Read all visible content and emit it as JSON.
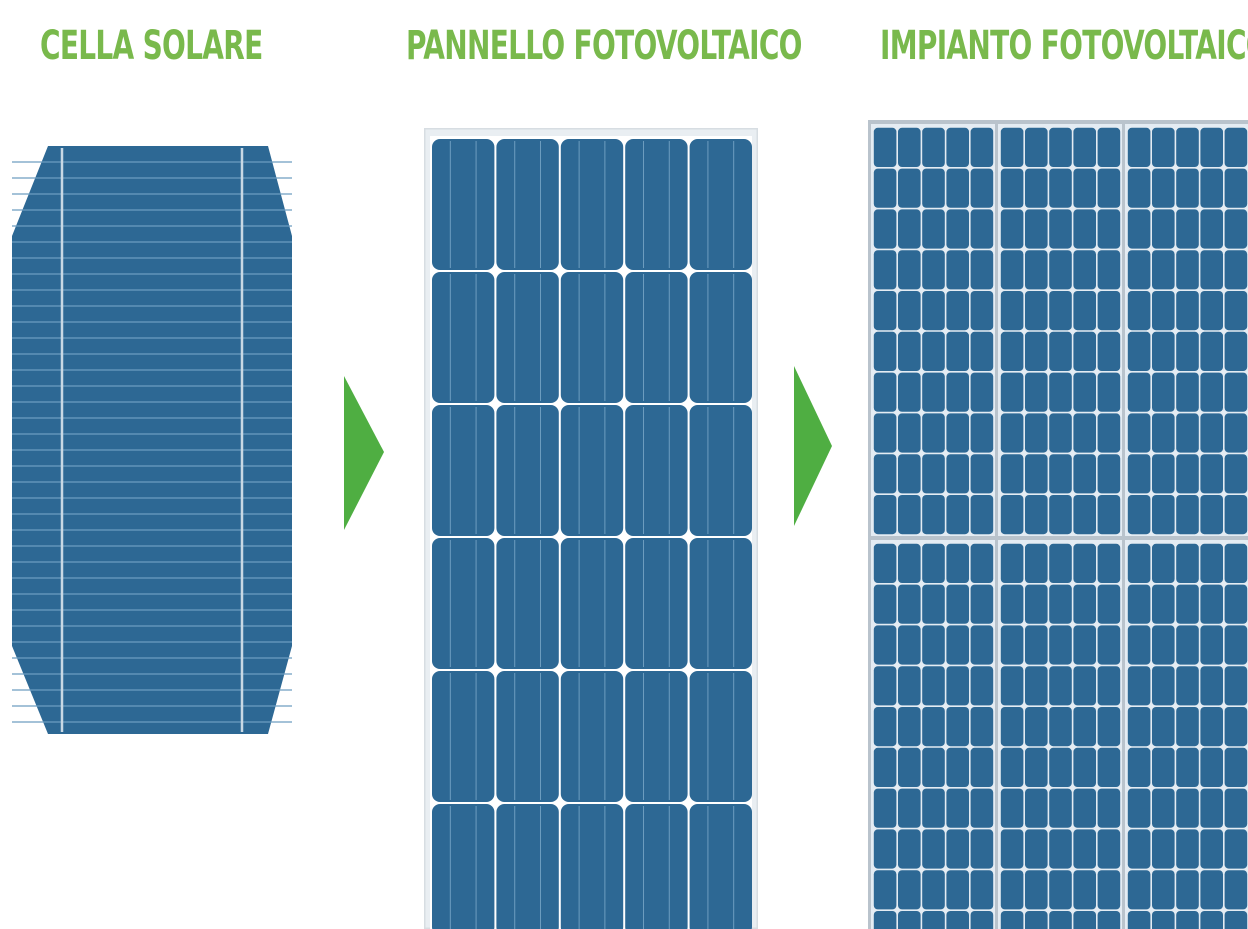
{
  "titles": {
    "cell": "CELLA SOLARE",
    "panel": "PANNELLO FOTOVOLTAICO",
    "plant": "IMPIANTO FOTOVOLTAICO"
  },
  "colors": {
    "title_green": "#79b94c",
    "arrow_green": "#4fae42",
    "cell_blue": "#2d6894",
    "cell_line": "#6d9dc0",
    "busbar": "#c8d8e4",
    "panel_frame": "#d7dde2",
    "panel_bg": "#e9eef2"
  },
  "sequence": [
    "cell",
    "panel",
    "plant"
  ],
  "icons": [
    "solar-cell-illustration",
    "arrow-right-icon",
    "solar-panel-illustration",
    "arrow-right-icon",
    "solar-plant-illustration"
  ]
}
